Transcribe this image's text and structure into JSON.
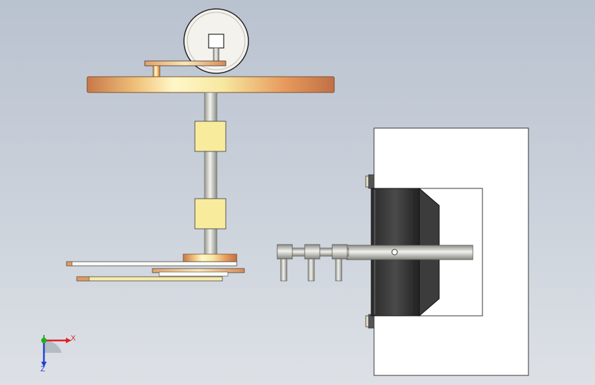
{
  "triad": {
    "x_label": "X",
    "z_label": "Z",
    "x_color": "#e02020",
    "y_color": "#20b020",
    "z_color": "#2040d0"
  },
  "colors": {
    "background_top": "#b9c2cf",
    "copper": "#d9925a",
    "brass": "#f6e79a",
    "shaft": "#d6d6d0",
    "motor": "#3a3a3a",
    "bracket": "#ffffff"
  },
  "icons": {
    "viewport": "3d-model-viewport",
    "triad": "coordinate-triad-icon"
  }
}
